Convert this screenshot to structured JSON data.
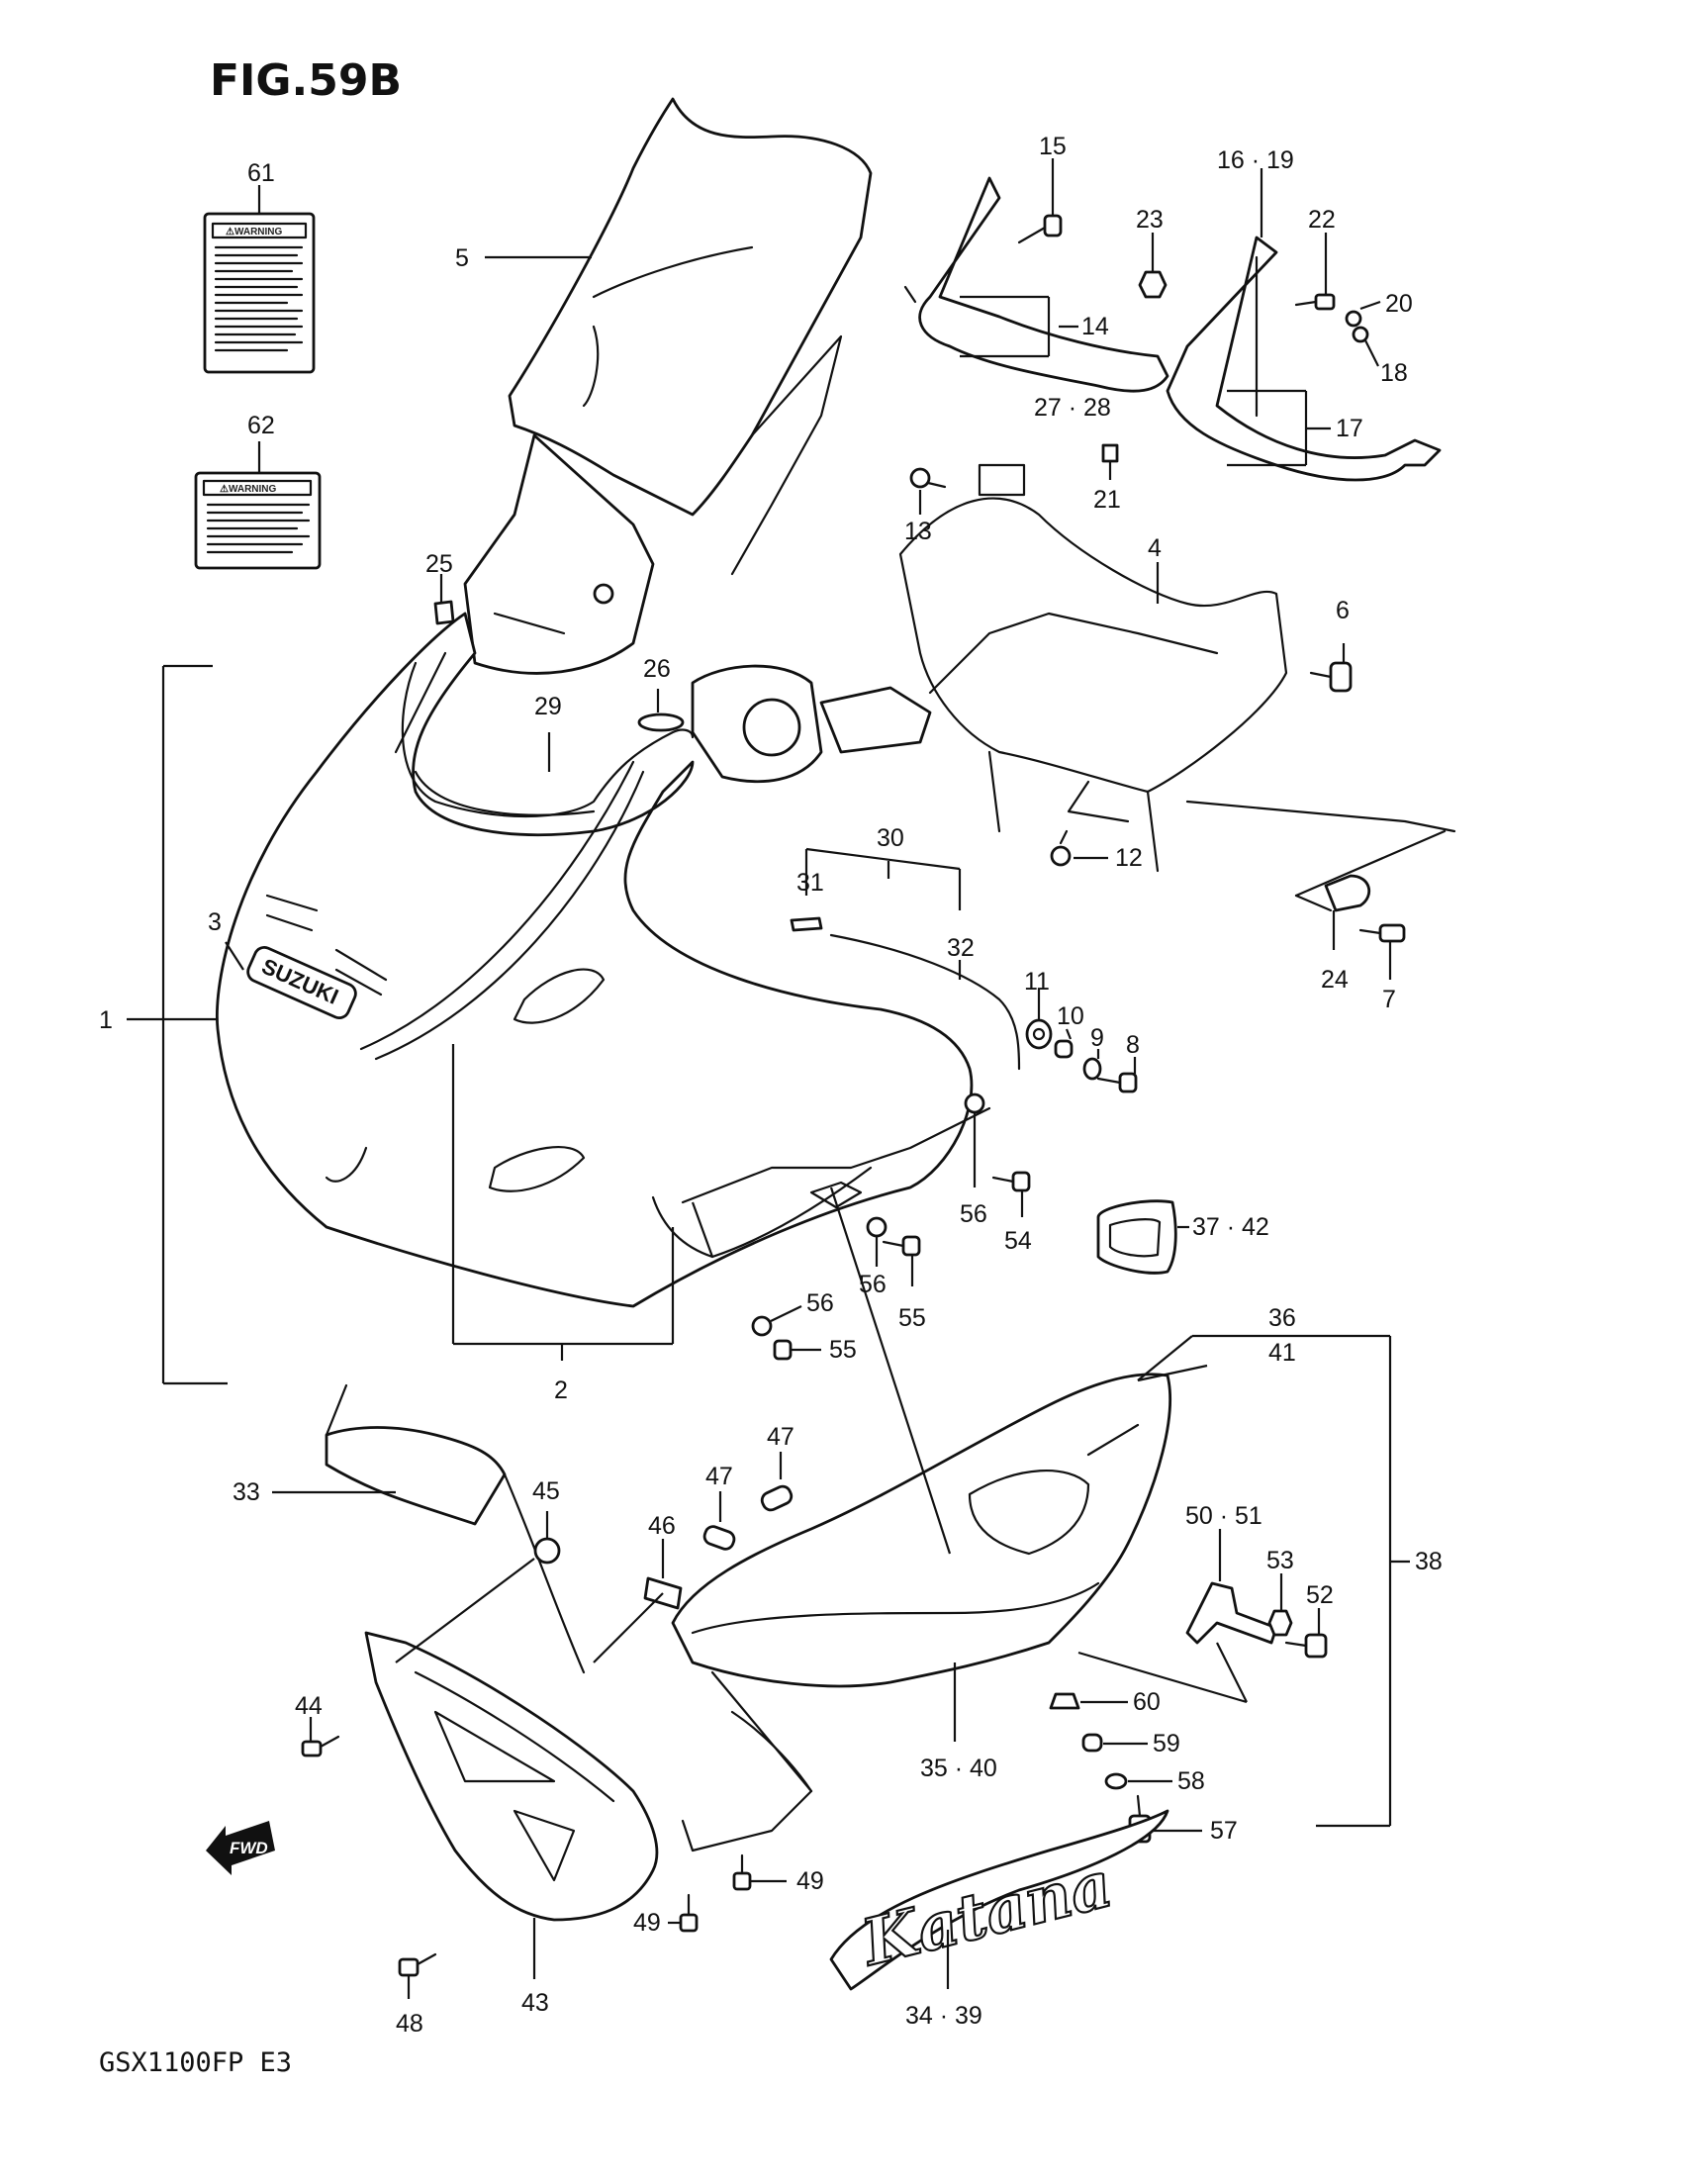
{
  "figure_title": "FIG.59B",
  "footer": "GSX1100FP  E3",
  "fwd_badge": "FWD",
  "logo_suzuki": "SUZUKI",
  "logo_katana": "Katana",
  "warning_label_heading": "⚠WARNING",
  "callouts": {
    "c1": "1",
    "c2": "2",
    "c3": "3",
    "c4": "4",
    "c5": "5",
    "c6": "6",
    "c7": "7",
    "c8": "8",
    "c9": "9",
    "c10": "10",
    "c11": "11",
    "c12": "12",
    "c13": "13",
    "c14": "14",
    "c15": "15",
    "c16_19": "16 · 19",
    "c17": "17",
    "c18": "18",
    "c20": "20",
    "c21": "21",
    "c22": "22",
    "c23": "23",
    "c24": "24",
    "c25": "25",
    "c26": "26",
    "c27_28": "27 · 28",
    "c29": "29",
    "c30": "30",
    "c31": "31",
    "c32": "32",
    "c33": "33",
    "c34_39": "34 · 39",
    "c35_40": "35 · 40",
    "c36": "36",
    "c41": "41",
    "c37_42": "37 · 42",
    "c38": "38",
    "c43": "43",
    "c44": "44",
    "c45": "45",
    "c46": "46",
    "c47a": "47",
    "c47b": "47",
    "c48": "48",
    "c49a": "49",
    "c49b": "49",
    "c50_51": "50 · 51",
    "c52": "52",
    "c53": "53",
    "c54": "54",
    "c55a": "55",
    "c55b": "55",
    "c56a": "56",
    "c56b": "56",
    "c56c": "56",
    "c57": "57",
    "c58": "58",
    "c59": "59",
    "c60": "60",
    "c61": "61",
    "c62": "62"
  }
}
